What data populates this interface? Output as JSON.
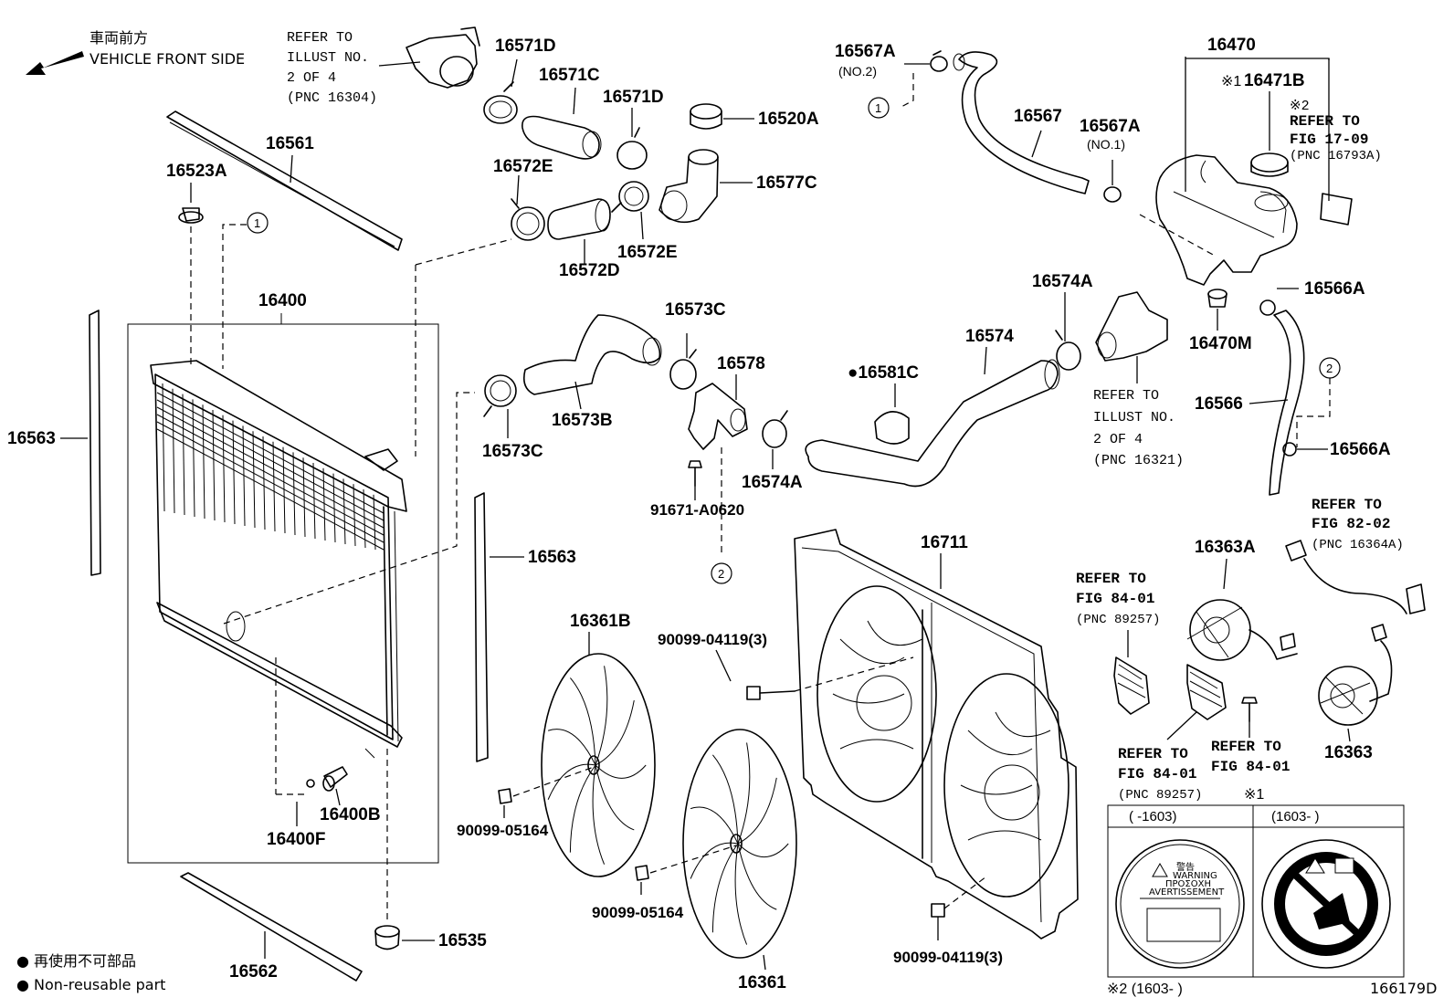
{
  "header": {
    "front_jp": "車両前方",
    "front_en": "VEHICLE FRONT SIDE"
  },
  "refs": {
    "r16304": [
      "REFER TO",
      "ILLUST NO.",
      "2 OF 4",
      "(PNC 16304)"
    ],
    "r16321": [
      "REFER TO",
      "ILLUST NO.",
      "2 OF 4",
      "(PNC 16321)"
    ],
    "r16793a": [
      "※2",
      "REFER TO",
      "FIG 17-09",
      "(PNC 16793A)"
    ],
    "r16364a": [
      "REFER TO",
      "FIG 82-02",
      "(PNC 16364A)"
    ],
    "r89257a": [
      "REFER TO",
      "FIG 84-01",
      "(PNC 89257)"
    ],
    "r89257b": [
      "REFER TO",
      "FIG 84-01",
      "(PNC 89257)"
    ],
    "r8401c": [
      "REFER TO",
      "FIG 84-01"
    ]
  },
  "parts": {
    "p16571D_a": "16571D",
    "p16571C": "16571C",
    "p16571D_b": "16571D",
    "p16520A": "16520A",
    "p16572E_a": "16572E",
    "p16577C": "16577C",
    "p16572D": "16572D",
    "p16572E_b": "16572E",
    "p16567A_a": "16567A",
    "p16567A_a_sub": "(NO.2)",
    "p16567": "16567",
    "p16567A_b": "16567A",
    "p16567A_b_sub": "(NO.1)",
    "p16470": "16470",
    "p16471B_mark": "※1",
    "p16471B": "16471B",
    "p16561": "16561",
    "p16523A": "16523A",
    "p16400": "16400",
    "p16573C_a": "16573C",
    "p16578": "16578",
    "p16573B": "16573B",
    "p16573C_b": "16573C",
    "p16574": "16574",
    "p16581C": "●16581C",
    "p16574A_a": "16574A",
    "p16574A_b": "16574A",
    "p16566A_a": "16566A",
    "p16470M": "16470M",
    "p16566": "16566",
    "p16566A_b": "16566A",
    "p16563_a": "16563",
    "p16563_b": "16563",
    "p91671": "91671-A0620",
    "p16711": "16711",
    "p16363A": "16363A",
    "p16361B": "16361B",
    "p9009904119_a": "90099-04119(3)",
    "p16363": "16363",
    "p16400B": "16400B",
    "p16400F": "16400F",
    "p9009905164_a": "90099-05164",
    "p9009905164_b": "90099-05164",
    "p16535": "16535",
    "p16562": "16562",
    "p16361": "16361",
    "p9009904119_b": "90099-04119(3)",
    "mark_x1": "※1"
  },
  "callouts": {
    "c1a": "1",
    "c1b": "1",
    "c2a": "2",
    "c2b": "2"
  },
  "label_table": {
    "col1": "(   -1603)",
    "col2": "(1603-   )",
    "warn1": "警告",
    "warn2": "WARNING",
    "warn3": "ΠΡΟΣΟΧΗ",
    "warn4": "AVERTISSEMENT",
    "footnote": "※2 (1603-    )"
  },
  "legend": {
    "jp": "● 再使用不可部品",
    "en": "● Non-reusable part"
  },
  "figure_id": "166179D"
}
